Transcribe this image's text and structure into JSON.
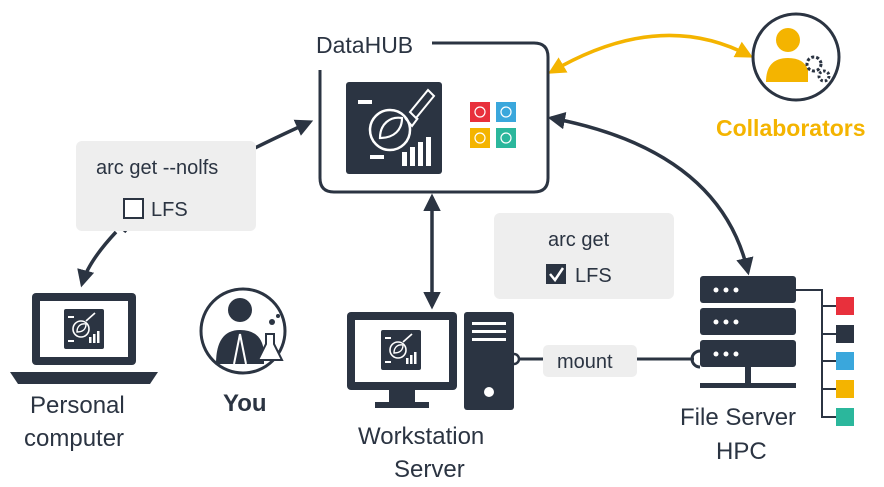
{
  "datahub": {
    "title": "DataHUB"
  },
  "collaborators": {
    "label": "Collaborators"
  },
  "personal_path": {
    "command": "arc get --nolfs",
    "lfs_label": "LFS",
    "lfs_checked": false
  },
  "workstation_path": {
    "command": "arc get",
    "lfs_label": "LFS",
    "lfs_checked": true
  },
  "personal_computer": {
    "line1": "Personal",
    "line2": "computer"
  },
  "you": {
    "label": "You"
  },
  "workstation": {
    "line1": "Workstation",
    "line2": "Server"
  },
  "fileserver": {
    "line1": "File Server",
    "line2": "HPC"
  },
  "mount": {
    "label": "mount"
  },
  "colors": {
    "dark": "#2b3442",
    "accent": "#f4b400",
    "box_bg": "#eeeeee",
    "tile_red": "#e8303c",
    "tile_blue": "#3aa7dc",
    "tile_yellow": "#f4b400",
    "tile_teal": "#2bb79c"
  },
  "icons": [
    "arc-logo-icon",
    "laptop-icon",
    "scientist-icon",
    "desktop-icon",
    "server-icon",
    "collaborator-gear-icon",
    "checkbox-icon",
    "arc-tile-icon"
  ]
}
